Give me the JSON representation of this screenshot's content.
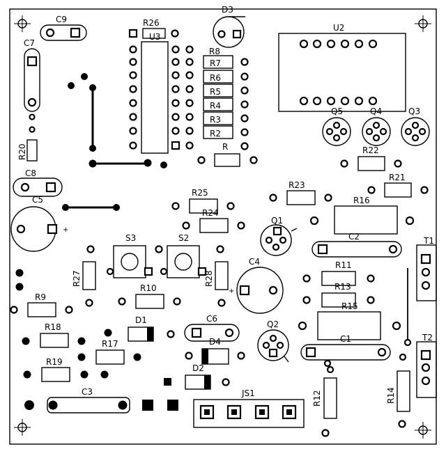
{
  "labels": {
    "C9": "C9",
    "C7": "C7",
    "R26": "R26",
    "U3": "U3",
    "D3": "D3",
    "U2": "U2",
    "R8": "R8",
    "R7": "R7",
    "R6": "R6",
    "R5": "R5",
    "R4": "R4",
    "R3": "R3",
    "R2": "R2",
    "R1": "R",
    "R20": "R20",
    "C8": "C8",
    "C5": "C5",
    "R22": "R22",
    "R21": "R21",
    "R23": "R23",
    "R25": "R25",
    "R24": "R24",
    "R16": "R16",
    "Q1": "Q1",
    "Q5": "Q5",
    "Q4": "Q4",
    "Q3": "Q3",
    "C2": "C2",
    "T1": "T1",
    "S3": "S3",
    "S2": "S2",
    "R27": "R27",
    "R10": "R10",
    "R28": "R28",
    "C4": "C4",
    "R11": "R11",
    "R13": "R13",
    "R15": "R15",
    "R9": "R9",
    "D1": "D1",
    "C6": "C6",
    "R18": "R18",
    "R17": "R17",
    "D4": "D4",
    "Q2": "Q2",
    "C1": "C1",
    "T2": "T2",
    "R19": "R19",
    "D2": "D2",
    "C3": "C3",
    "JS1": "JS1",
    "R12": "R12",
    "R14": "R14"
  },
  "polarity": {
    "plus": "+"
  }
}
